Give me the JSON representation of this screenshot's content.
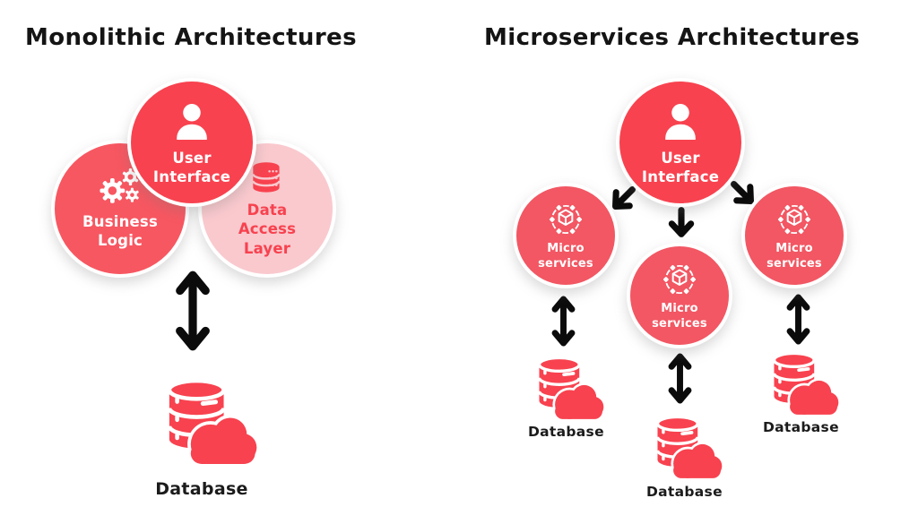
{
  "titles": {
    "left": "Monolithic Architectures",
    "right": "Microservices Architectures"
  },
  "left": {
    "user_interface_label": "User\nInterface",
    "business_logic_label": "Business\nLogic",
    "data_access_label": "Data\nAccess\nLayer",
    "database_label": "Database"
  },
  "right": {
    "user_interface_label": "User\nInterface",
    "services": [
      {
        "label": "Micro\nservices"
      },
      {
        "label": "Micro\nservices"
      },
      {
        "label": "Micro\nservices"
      }
    ],
    "databases": [
      "Database",
      "Database",
      "Database"
    ]
  },
  "icons": {
    "user": "person-icon",
    "business": "gears-icon",
    "data_access": "database-icon",
    "microservice": "microservices-cube-icon",
    "database": "database-cloud-icon",
    "link": "double-arrow-icon",
    "flow": "arrow-down-icon"
  },
  "colors": {
    "primary_red": "#f8424f",
    "business_red": "#f75761",
    "micro_red": "#f25763",
    "light_pink": "#f9c9ce",
    "arrow_black": "#0b0b0b",
    "text_black": "#141414",
    "background": "#ffffff"
  }
}
